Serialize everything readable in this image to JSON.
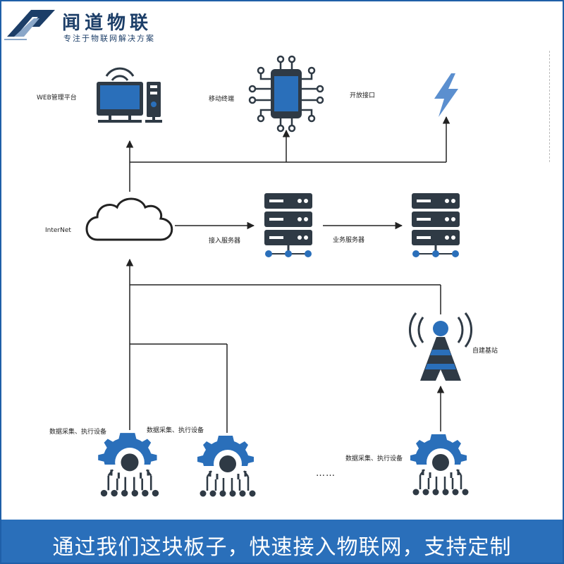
{
  "brand": {
    "name": "闻道物联",
    "tagline": "专注于物联网解决方案"
  },
  "labels": {
    "web": "WEB管理平台",
    "mobile": "移动终端",
    "open_api": "开放接口",
    "internet": "InterNet",
    "access_server": "接入服务器",
    "business_server": "业务服务器",
    "base_station": "自建基站",
    "device_1": "数据采集、执行设备",
    "device_2": "数据采集、执行设备",
    "device_3": "数据采集、执行设备",
    "ellipsis": "……"
  },
  "banner": {
    "text": "通过我们这块板子，快速接入物联网，支持定制"
  },
  "colors": {
    "primary": "#2a6fba",
    "dark": "#2f3a45",
    "line": "#222222",
    "bolt": "#5b8fcf"
  },
  "icons": [
    "logo-icon",
    "computer-icon",
    "phone-chip-icon",
    "lightning-icon",
    "cloud-icon",
    "server-icon",
    "antenna-tower-icon",
    "gear-chip-icon"
  ]
}
